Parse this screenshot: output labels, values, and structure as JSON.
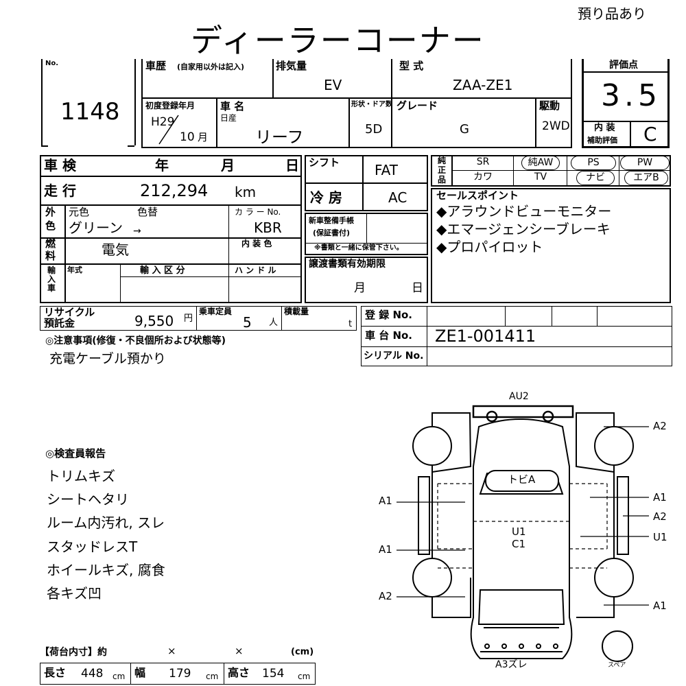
{
  "header": {
    "title": "ディーラーコーナー",
    "deposit_note": "預り品あり"
  },
  "lot": {
    "label": "No.",
    "number": "1148"
  },
  "row1": {
    "history_label": "車歴",
    "history_note": "(自家用以外は記入)",
    "displacement_label": "排気量",
    "displacement": "EV",
    "model_label": "型 式",
    "model": "ZAA-ZE1"
  },
  "row2": {
    "reg_label": "初度登録年月",
    "reg_era": "H29",
    "reg_month": "10",
    "reg_month_unit": "月",
    "name_label": "車 名",
    "maker": "日産",
    "car_name": "リーフ",
    "doors_label": "形状・ドア数",
    "doors": "5D",
    "grade_label": "グレード",
    "grade": "G",
    "drive_label": "駆動",
    "drive": "2WD"
  },
  "score": {
    "label": "評価点",
    "value": "3.5",
    "interior_label": "内 装",
    "interior_sub": "補助評価",
    "interior_value": "C"
  },
  "shaken": {
    "label": "車 検",
    "year": "年",
    "month": "月",
    "day": "日"
  },
  "mileage": {
    "label": "走 行",
    "value": "212,294",
    "unit": "km"
  },
  "color": {
    "label_outer": "外",
    "label_color": "色",
    "orig_label": "元色",
    "change_label": "色替",
    "orig": "グリーン",
    "arrow": "→",
    "code_label": "カ ラ ー No.",
    "code": "KBR"
  },
  "fuel": {
    "label_a": "燃",
    "label_b": "料",
    "value": "電気",
    "interior_color_label": "内 装 色"
  },
  "import": {
    "label": "輸入車",
    "year_label": "年式",
    "category_label": "輸 入 区 分",
    "handle_label": "ハ ン ド ル"
  },
  "recycle": {
    "label_a": "リサイクル",
    "label_b": "預託金",
    "value": "9,550",
    "unit": "円",
    "capacity_label": "乗車定員",
    "capacity": "5",
    "capacity_unit": "人",
    "load_label": "積載量",
    "load_unit": "t"
  },
  "shift": {
    "label": "シフト",
    "value": "FAT"
  },
  "ac": {
    "label": "冷 房",
    "value": "AC"
  },
  "new_car": {
    "label_a": "新車整備手帳",
    "label_b": "(保証書付)",
    "note": "※書類と一緒に保管下さい。"
  },
  "transfer": {
    "label": "譲渡書類有効期限",
    "month": "月",
    "day": "日"
  },
  "options": {
    "label_a": "純",
    "label_b": "正",
    "label_c": "品",
    "items": [
      "SR",
      "純AW",
      "PS",
      "PW",
      "カワ",
      "TV",
      "ナビ",
      "エアB"
    ]
  },
  "sales": {
    "label": "セールスポイント",
    "points": [
      "◆アラウンドビューモニター",
      "◆エマージェンシーブレーキ",
      "◆プロパイロット"
    ]
  },
  "registration": {
    "reg_label": "登 録 No.",
    "chassis_label": "車 台 No.",
    "chassis": "ZE1-001411",
    "serial_label": "シリアル No."
  },
  "notes": {
    "label": "◎注意事項(修復・不良個所および状態等)",
    "text": "充電ケーブル預かり"
  },
  "inspector": {
    "label": "◎検査員報告",
    "items": [
      "トリムキズ",
      "シートヘタリ",
      "ルーム内汚れ, スレ",
      "スタッドレスT",
      "ホイールキズ, 腐食",
      "各キズ凹"
    ]
  },
  "diagram": {
    "top": "AU2",
    "bottom": "A3ズレ",
    "center_a": "トビA",
    "center_b": "U1",
    "center_c": "C1",
    "spare": "スペア",
    "left": [
      "A1",
      "A1",
      "A2"
    ],
    "right": [
      "A2",
      "A1",
      "A2",
      "U1",
      "A1"
    ]
  },
  "cargo": {
    "label": "【荷台内寸】約",
    "x": "×",
    "unit": "(cm)",
    "length_label": "長さ",
    "length": "448",
    "width_label": "幅",
    "width": "179",
    "height_label": "高さ",
    "height": "154",
    "cm": "cm"
  }
}
